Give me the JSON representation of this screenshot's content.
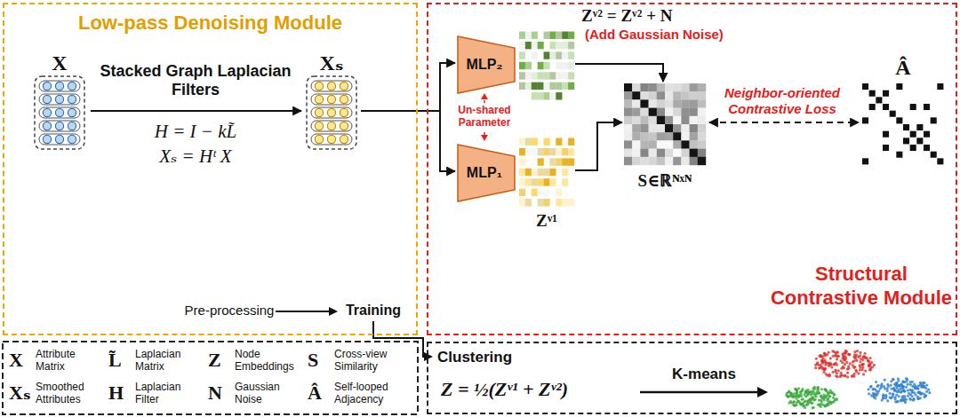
{
  "diagram": {
    "nodes": [
      {
        "text": [
          "Low-pass Denoising Module"
        ]
      },
      {
        "text": [
          "X"
        ],
        "in": 0
      },
      {
        "text": [
          "Xₛ"
        ],
        "in": 0
      },
      {
        "text": [
          "Structural Contrastive Module"
        ]
      },
      {
        "text": [
          "MLP₂"
        ],
        "in": 3
      },
      {
        "text": [
          "MLP₁"
        ],
        "in": 3
      },
      {
        "text": [
          "Zᵛ² = Zᵛ² + N",
          "(Add Gaussian Noise)"
        ],
        "in": 3
      },
      {
        "text": [
          "Zᵛ¹"
        ],
        "in": 3
      },
      {
        "text": [
          "S∈ℝᴺˣᴺ"
        ],
        "in": 3
      },
      {
        "text": [
          "Â"
        ],
        "in": 3
      },
      {
        "text": [
          "Clustering"
        ]
      }
    ],
    "edges": [
      {
        "from": 1,
        "to": 2,
        "arrow": "to",
        "label": "Stacked Graph Laplacian Filters"
      },
      {
        "from": 2,
        "to": 4,
        "arrow": "to"
      },
      {
        "from": 2,
        "to": 5,
        "arrow": "to"
      },
      {
        "from": 6,
        "to": 8,
        "arrow": "to"
      },
      {
        "from": 7,
        "to": 8,
        "arrow": "to"
      },
      {
        "from": 8,
        "to": 9,
        "arrow": "both",
        "label": "Neighbor-oriented Contrastive Loss"
      }
    ],
    "labels": [
      "H = I − kL̃",
      "Xₛ = Hᵗ X",
      "Un-shared Parameter",
      "Pre-processing",
      "Training",
      "X",
      "Attribute Matrix",
      "L̃",
      "Laplacian Matrix",
      "Z",
      "Node Embeddings",
      "S",
      "Cross-view Similarity",
      "Xₛ",
      "Smoothed Attributes",
      "H",
      "Laplacian Filter",
      "N",
      "Gaussian Noise",
      "Â",
      "Self-looped Adjacency",
      "Z = ½(Zᵛ¹ + Zᵛ²)",
      "K-means"
    ]
  }
}
